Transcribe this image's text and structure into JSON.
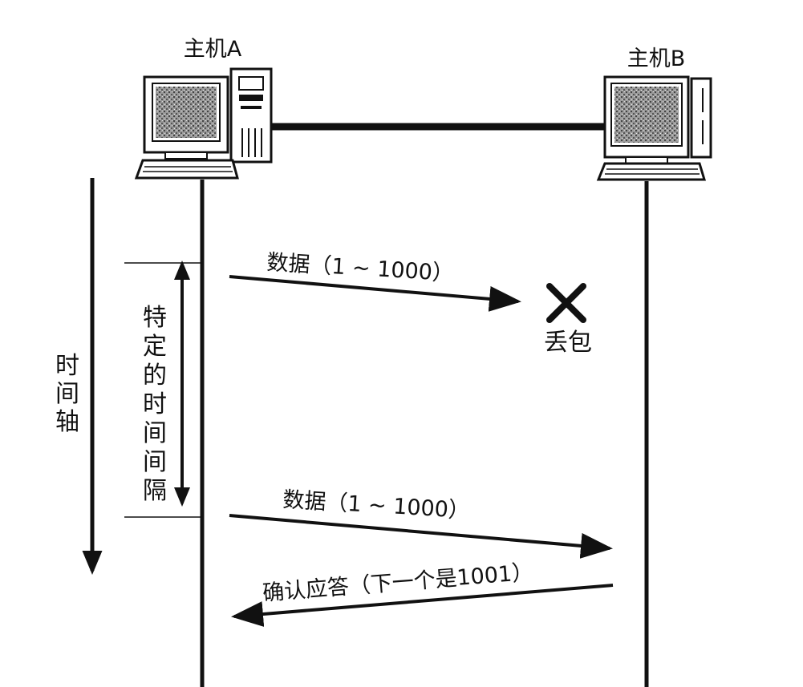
{
  "hosts": {
    "a": "主机A",
    "b": "主机B"
  },
  "axis": {
    "time_label": "时间轴",
    "interval_label": "特定的时间间隔"
  },
  "messages": [
    {
      "label": "数据（1 ~ 1000）",
      "direction": "A→B",
      "status": "lost"
    },
    {
      "label": "数据（1 ~ 1000）",
      "direction": "A→B",
      "status": "delivered"
    },
    {
      "label": "确认应答（下一个是1001）",
      "direction": "B→A",
      "status": "delivered"
    }
  ],
  "loss": {
    "label": "丢包",
    "icon": "cross-icon"
  }
}
